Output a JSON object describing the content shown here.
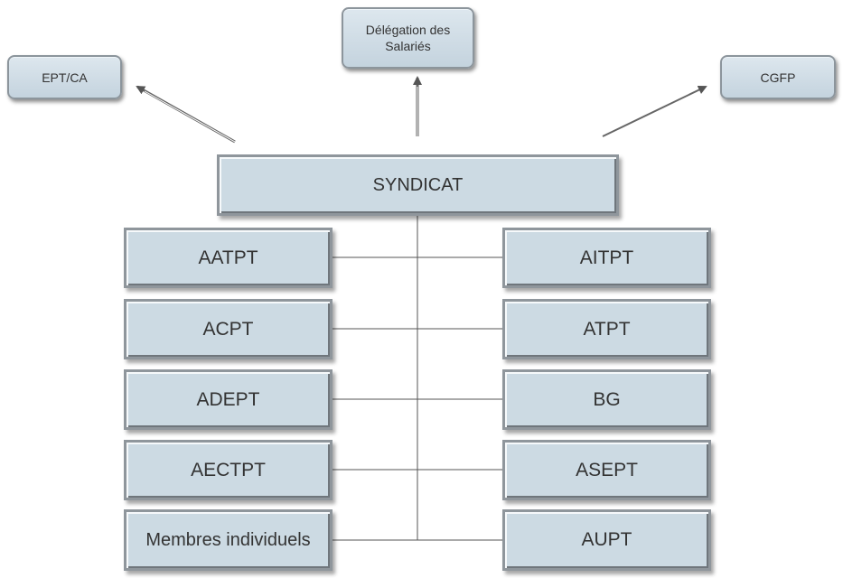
{
  "top_nodes": {
    "left": "EPT/CA",
    "center_line1": "Délégation des",
    "center_line2": "Salariés",
    "right": "CGFP"
  },
  "main": "SYNDICAT",
  "left_members": [
    "AATPT",
    "ACPT",
    "ADEPT",
    "AECTPT",
    "Membres individuels"
  ],
  "right_members": [
    "AITPT",
    "ATPT",
    "BG",
    "ASEPT",
    "AUPT"
  ],
  "colors": {
    "box_fill": "#ccdae3",
    "box_border": "#8f969c",
    "line": "#555555"
  }
}
